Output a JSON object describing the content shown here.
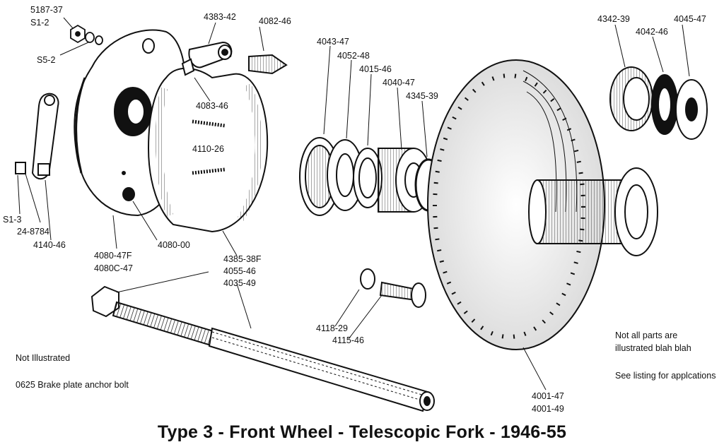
{
  "title": "Type 3 - Front Wheel - Telescopic Fork - 1946-55",
  "notes": {
    "not_illustrated_heading": "Not Illustrated",
    "not_illustrated_item": "0625 Brake plate anchor bolt",
    "side_note_1": "Not all parts are",
    "side_note_2": "illustrated blah blah",
    "side_note_3": "See listing for applcations"
  },
  "callouts": {
    "p5187_37": "5187-37",
    "s1_2": "S1-2",
    "s5_2": "S5-2",
    "p4383_42": "4383-42",
    "p4082_46": "4082-46",
    "p4083_46": "4083-46",
    "p4110_26": "4110-26",
    "s1_3": "S1-3",
    "p24_8784": "24-8784",
    "p4140_46": "4140-46",
    "p4080_47f": "4080-47F",
    "p4080c_47": "4080C-47",
    "p4080_00": "4080-00",
    "p4385_38f": "4385-38F",
    "p4055_46": "4055-46",
    "p4035_49": "4035-49",
    "p4043_47": "4043-47",
    "p4052_48": "4052-48",
    "p4015_46": "4015-46",
    "p4040_47": "4040-47",
    "p4345_39": "4345-39",
    "p4118_29": "4118-29",
    "p4115_46": "4115-46",
    "p4342_39": "4342-39",
    "p4042_46": "4042-46",
    "p4045_47": "4045-47",
    "p4001_47": "4001-47",
    "p4001_49": "4001-49"
  }
}
